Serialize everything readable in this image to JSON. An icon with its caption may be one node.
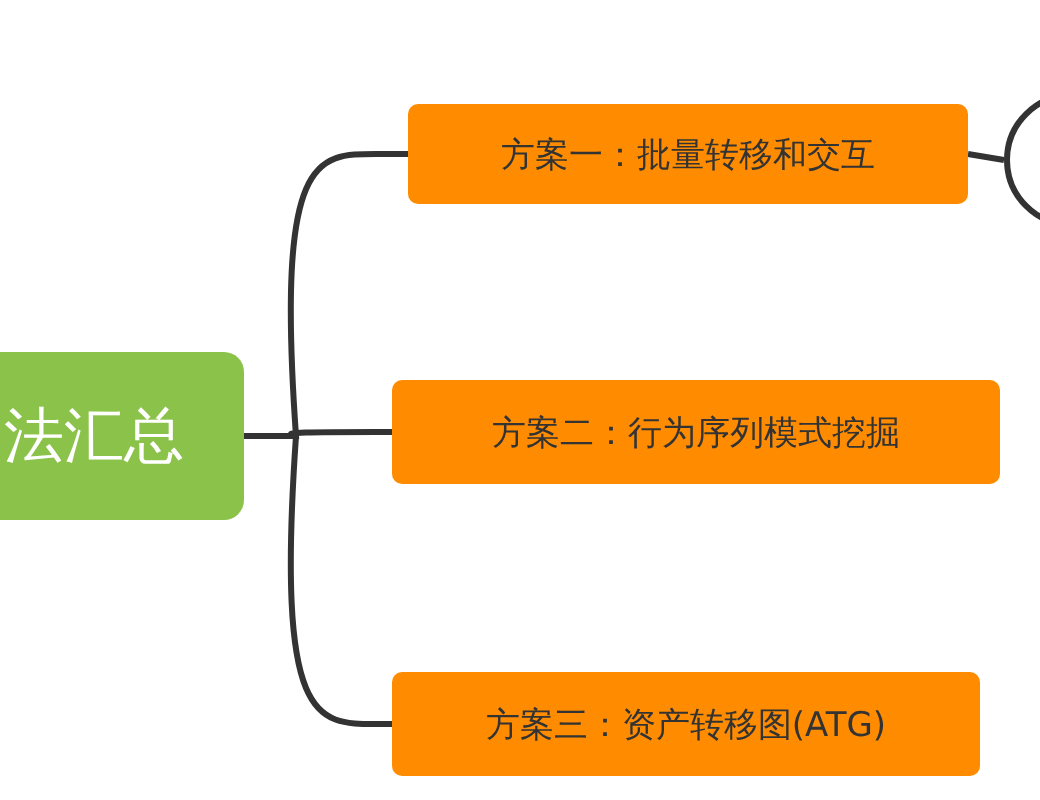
{
  "diagram": {
    "nodes": [
      {
        "text": [
          "法汇总"
        ]
      },
      {
        "text": [
          "方案一：批量转移和交互"
        ]
      },
      {
        "text": [
          "方案二：行为序列模式挖掘"
        ]
      },
      {
        "text": [
          "方案三：资产转移图(ATG)"
        ]
      },
      {
        "text": [],
        "shape": "circle"
      }
    ],
    "edges": [
      {
        "from": 0,
        "to": 1,
        "arrow": "none"
      },
      {
        "from": 0,
        "to": 2,
        "arrow": "none"
      },
      {
        "from": 0,
        "to": 3,
        "arrow": "none"
      },
      {
        "from": 1,
        "to": 4,
        "arrow": "none"
      }
    ]
  }
}
